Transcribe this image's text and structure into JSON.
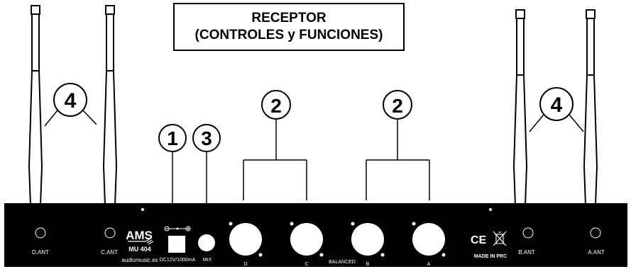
{
  "header": {
    "title_line1": "RECEPTOR",
    "title_line2": "(CONTROLES y FUNCIONES)"
  },
  "callouts": {
    "power": "1",
    "xlr": "2",
    "mix": "3",
    "antenna": "4"
  },
  "panel": {
    "labels": {
      "d_ant": "D.ANT",
      "c_ant": "C.ANT",
      "b_ant": "B.ANT",
      "a_ant": "A.ANT",
      "dc": "DC12V/1000mA",
      "mix": "MIX",
      "balanced": "BALANCED",
      "out_d": "D",
      "out_c": "C",
      "out_b": "B",
      "out_a": "A",
      "made_in": "MADE IN PRC",
      "brand": "AMS",
      "model": "MU 404",
      "website": "audiomusic.es",
      "ce": "CE"
    }
  },
  "colors": {
    "panel": "#000000",
    "ink": "#000000",
    "label": "#ffffff",
    "background": "#ffffff"
  }
}
